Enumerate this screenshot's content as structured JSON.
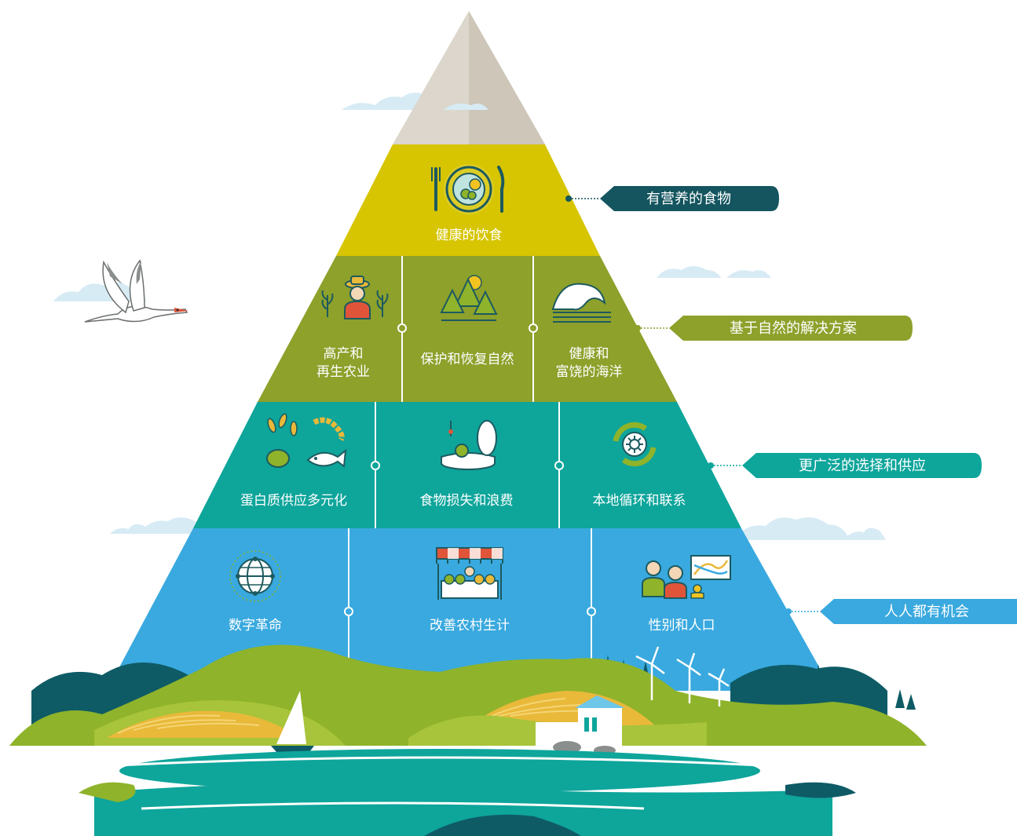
{
  "colors": {
    "mountain": "#dcd6cc",
    "mountain_shade": "#c8c0b3",
    "tier1": "#d6c500",
    "tier2": "#8da12b",
    "tier3": "#0ea59b",
    "tier4": "#39a9df",
    "tag1": "#14555f",
    "tag2": "#8da12b",
    "tag3": "#0ea59b",
    "tag4": "#39a9df",
    "sky_cloud": "#d7ebf5",
    "grass": "#8fb32a",
    "dark_green": "#0e5b66",
    "water": "#0ea59b",
    "field": "#e9b93a"
  },
  "tiers": [
    {
      "tag": "有营养的食物",
      "cells": [
        {
          "icon": "plate-fork-knife-icon",
          "label_lines": [
            "健康的饮食"
          ]
        }
      ]
    },
    {
      "tag": "基于自然的解决方案",
      "cells": [
        {
          "icon": "farmer-crops-icon",
          "label_lines": [
            "高产和",
            "再生农业"
          ]
        },
        {
          "icon": "forest-trees-icon",
          "label_lines": [
            "保护和恢复自然"
          ]
        },
        {
          "icon": "ocean-wave-icon",
          "label_lines": [
            "健康和",
            "富饶的海洋"
          ]
        }
      ]
    },
    {
      "tag": "更广泛的选择和供应",
      "cells": [
        {
          "icon": "seeds-fish-icon",
          "label_lines": [
            "蛋白质供应多元化"
          ]
        },
        {
          "icon": "food-waste-bin-icon",
          "label_lines": [
            "食物损失和浪费"
          ]
        },
        {
          "icon": "circular-gear-icon",
          "label_lines": [
            "本地循环和联系"
          ]
        }
      ]
    },
    {
      "tag": "人人都有机会",
      "cells": [
        {
          "icon": "globe-network-icon",
          "label_lines": [
            "数字革命"
          ]
        },
        {
          "icon": "market-stall-icon",
          "label_lines": [
            "改善农村生计"
          ]
        },
        {
          "icon": "family-chart-icon",
          "label_lines": [
            "性别和人口"
          ]
        }
      ]
    }
  ]
}
